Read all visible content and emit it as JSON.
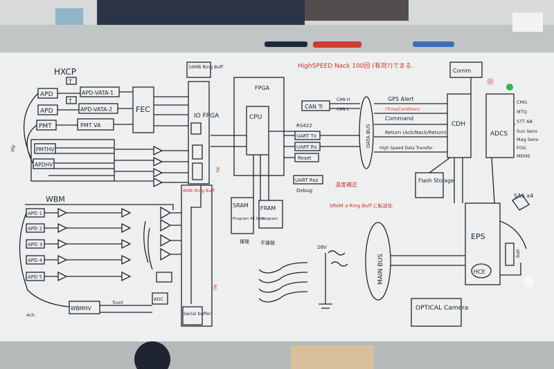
{
  "board": {
    "top_red_note": "HighSPEED Nack 100回 (有効?)でまる.",
    "hxcp": {
      "title": "HXCP",
      "detectors": [
        "APD",
        "APD",
        "PMT"
      ],
      "tags": [
        "T",
        "T"
      ],
      "vata": [
        "APD-VATA-1",
        "APD-VATA-2",
        "PMT VA"
      ],
      "pmthv": [
        "PMTHV",
        "APDHV"
      ],
      "fec": "FEC",
      "hv_label": "HV"
    },
    "wbm": {
      "title": "WBM",
      "apds": [
        "APD 1",
        "APD 2",
        "APD 3",
        "APD 4",
        "APD 5"
      ],
      "wbmhv": "WBMHV",
      "adc": "ADC",
      "bottom_label": "Tcont",
      "left_label": "4ch."
    },
    "fpga_blocks": {
      "io_fpga": "IO FPGA",
      "ring_buff_top": "16MB Ring Buff",
      "sensor_ring": "8MB Ring Buff",
      "serial_buffer": "Serial buffer"
    },
    "main_fpga": {
      "label": "FPGA",
      "cpu": "CPU",
      "sram": "SRAM",
      "sram_note": "Program 4K Data",
      "fram": "FRAM",
      "fram_note": "Program"
    },
    "interfaces": {
      "can_tr": "CAN Tr",
      "can_h": "CAN H",
      "can_l": "CAN L",
      "rs422": "RS422",
      "uart_tx": "UART Tx",
      "uart_rx": "UART Rx",
      "reset": "Reset",
      "uart_rxz": "UART Rxz",
      "debug": "Debug"
    },
    "bus": {
      "data_bus": "DATA BUS",
      "main_bus": "MAIN BUS"
    },
    "signals": {
      "gps_alert": "GPS Alert",
      "time_req": "(Time/Condition)",
      "command": "Command",
      "return_": "Return (Ack/Nack/Return)",
      "high_speed": "High Speed Data Transfer"
    },
    "right_side": {
      "cdh": "CDH",
      "adcs": "ADCS",
      "adcs_items": [
        "CMG",
        "MTQ",
        "STT AB",
        "Sun Sens",
        "Mag Sens",
        "FOG",
        "MEMS"
      ],
      "flash_storage": "Flash Storage",
      "eps": "EPS",
      "hce": "HCE",
      "battery": "Batt",
      "sas": "SAS x4",
      "comm": "Comm",
      "optical_camera": "OPTICAL Camera"
    },
    "red_notes": [
      "温度補正",
      "SRAM a Ring Buff に転送化"
    ],
    "misc": {
      "jp_a": "揮発",
      "jp_b": "不揮発",
      "v28": "28V",
      "ok": "OK"
    }
  },
  "colors": {
    "whiteboard": "#eef0ef",
    "frame": "#c8cbcc",
    "ink_black": "#1d2030",
    "ink_red": "#d0302a"
  }
}
